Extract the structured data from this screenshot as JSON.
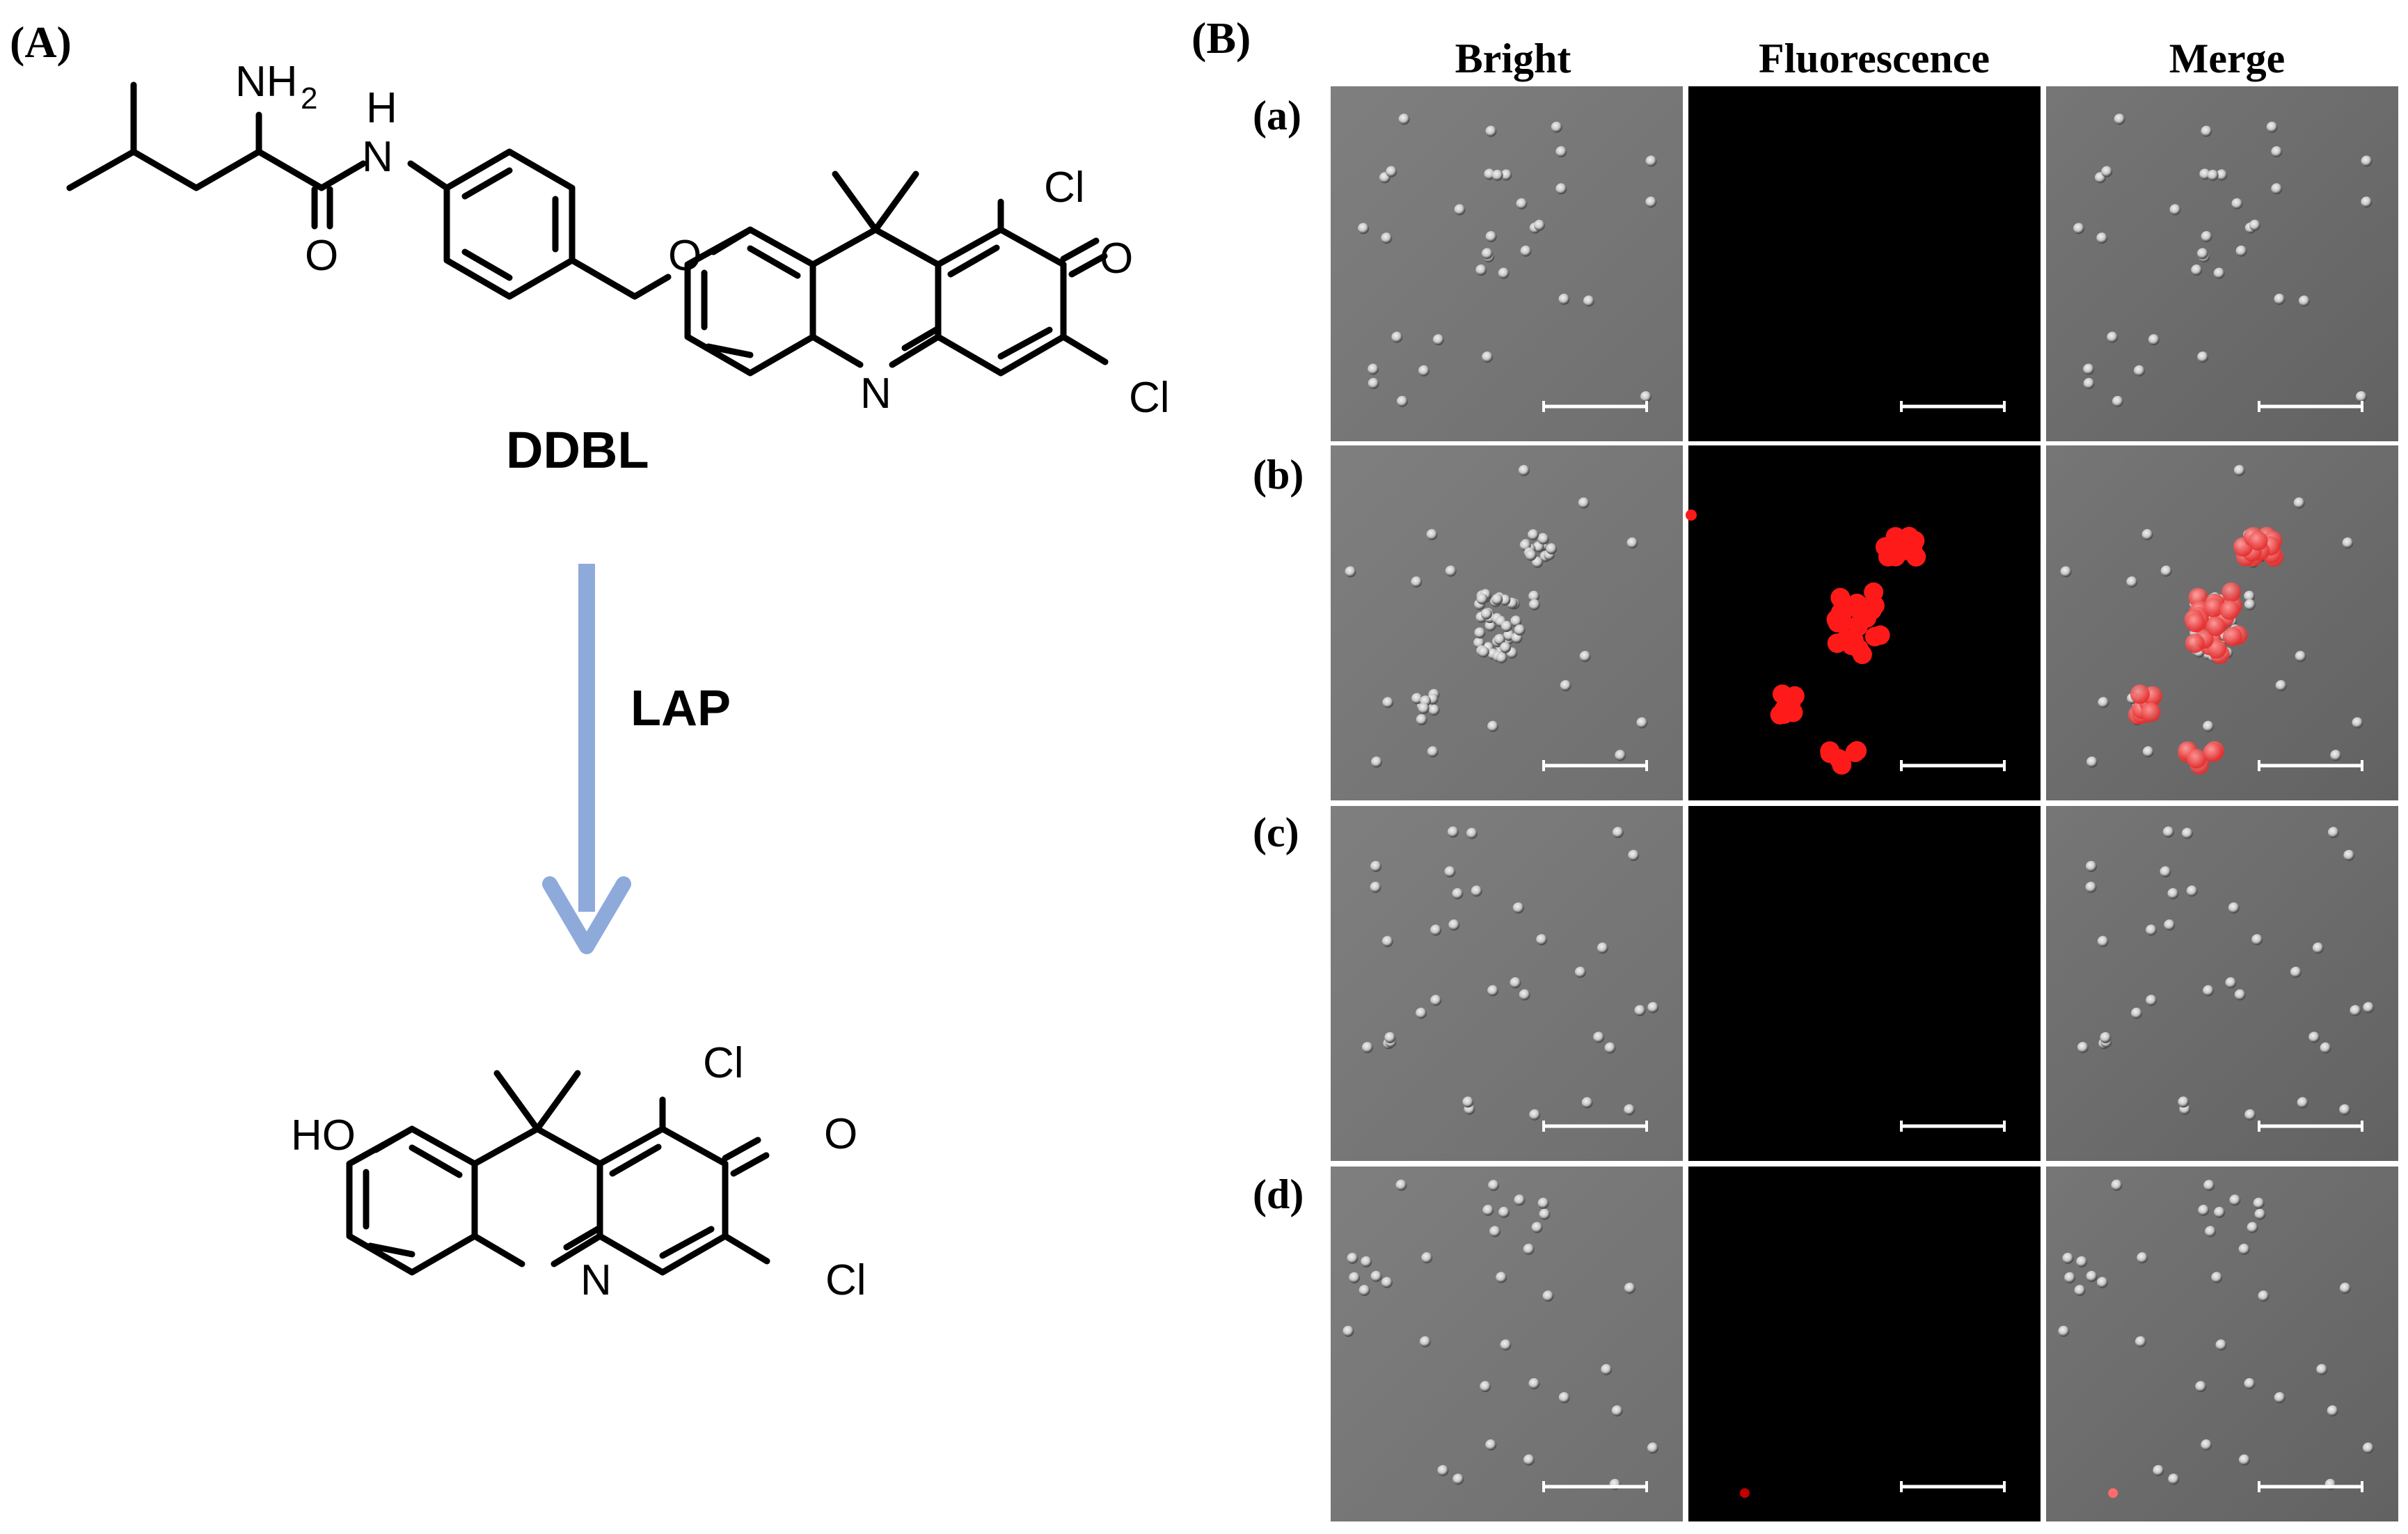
{
  "panelA": {
    "label": "(A)",
    "reactant": {
      "name": "DDBL",
      "atoms": {
        "nh2": "NH",
        "nh2_sub": "2",
        "nh_n": "N",
        "nh_h": "H",
        "carbonyl_o": "O",
        "ether_o": "O",
        "cl_top": "Cl",
        "ketone_o": "O",
        "ring_n": "N",
        "cl_bottom": "Cl"
      }
    },
    "arrow": {
      "label": "LAP",
      "color": "#8eaadb"
    },
    "product": {
      "atoms": {
        "ho": "HO",
        "cl_top": "Cl",
        "ketone_o": "O",
        "ring_n": "N",
        "cl_bottom": "Cl"
      }
    }
  },
  "panelB": {
    "label": "(B)",
    "columns": [
      "Bright",
      "Fluorescence",
      "Merge"
    ],
    "rows": [
      {
        "label": "(a)",
        "fluorescence_signal": "none"
      },
      {
        "label": "(b)",
        "fluorescence_signal": "strong"
      },
      {
        "label": "(c)",
        "fluorescence_signal": "none"
      },
      {
        "label": "(d)",
        "fluorescence_signal": "weak"
      }
    ],
    "colors": {
      "bright_bg": "#7a7a7a",
      "fluor_bg": "#000000",
      "signal": "#ff1a1a",
      "scale_bar": "#ffffff"
    }
  }
}
